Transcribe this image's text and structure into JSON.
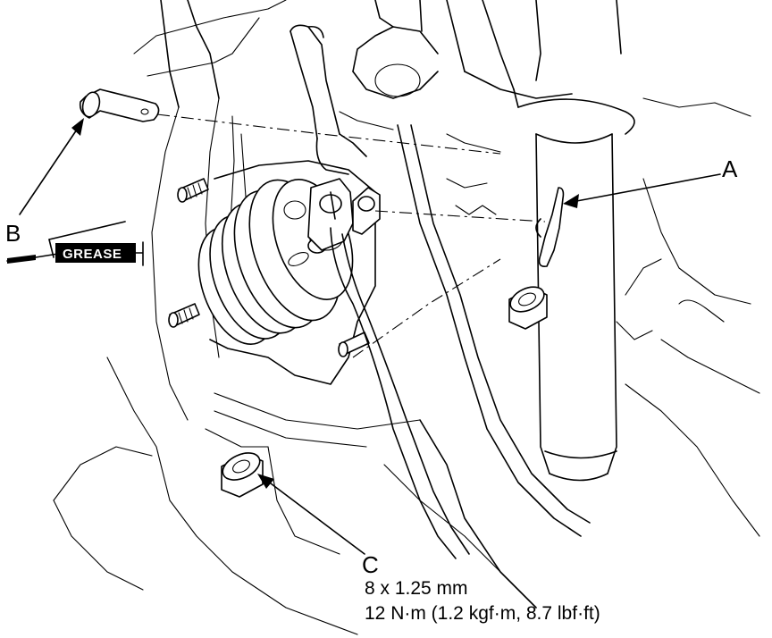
{
  "labels": {
    "a": "A",
    "b": "B",
    "c": "C"
  },
  "grease": {
    "text": "GREASE"
  },
  "spec": {
    "size": "8 x 1.25 mm",
    "torque": "12 N·m (1.2 kgf·m, 8.7 lbf·ft)"
  }
}
